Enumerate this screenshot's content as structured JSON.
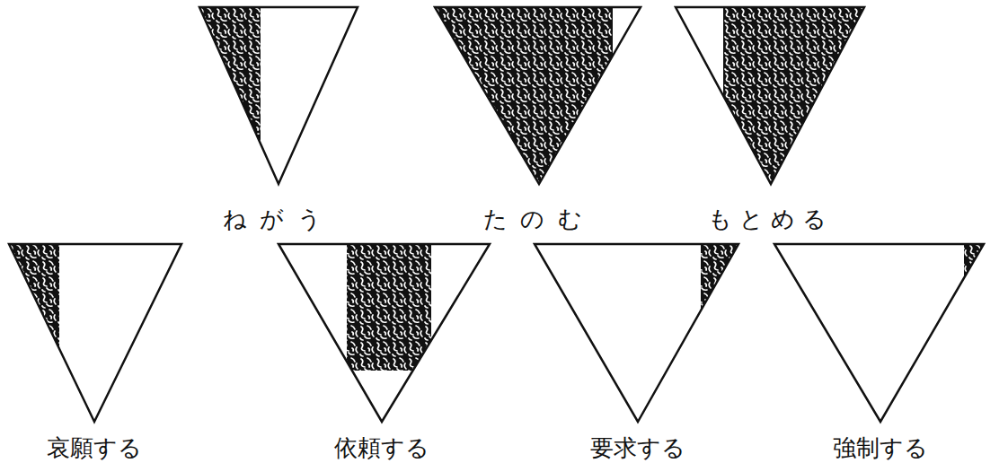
{
  "diagram": {
    "nodes": [
      {
        "text": [
          "ねがう"
        ]
      },
      {
        "text": [
          "たのむ"
        ]
      },
      {
        "text": [
          "もとめる"
        ]
      },
      {
        "text": [
          "哀願する"
        ]
      },
      {
        "text": [
          "依頼する"
        ]
      },
      {
        "text": [
          "要求する"
        ]
      },
      {
        "text": [
          "強制する"
        ]
      }
    ]
  }
}
